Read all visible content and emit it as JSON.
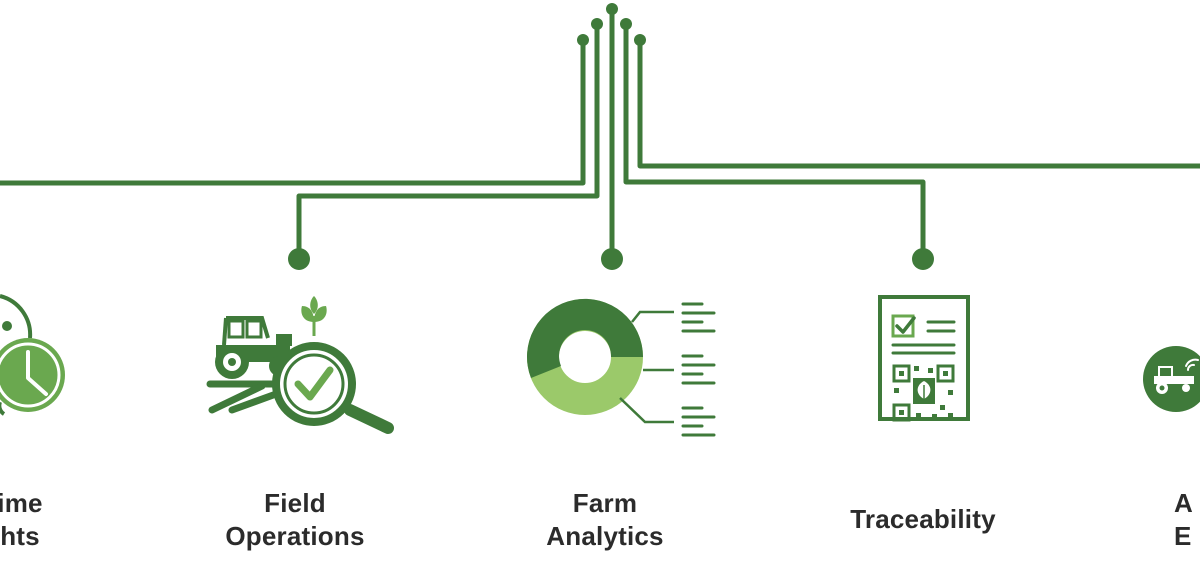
{
  "colors": {
    "dark_green": "#3f7a3a",
    "light_green": "#9bc96a",
    "mid_green": "#5e9c47",
    "text": "#2b2b2b",
    "background": "#ffffff"
  },
  "features": [
    {
      "line1": "ime",
      "line2": "hts",
      "icon": "clock-icon"
    },
    {
      "line1": "Field",
      "line2": "Operations",
      "icon": "tractor-magnifier-icon"
    },
    {
      "line1": "Farm",
      "line2": "Analytics",
      "icon": "donut-chart-icon"
    },
    {
      "line1": "Traceability",
      "line2": "",
      "icon": "qr-document-icon"
    },
    {
      "line1": "A",
      "line2": "E",
      "icon": "connected-tractor-icon"
    }
  ]
}
